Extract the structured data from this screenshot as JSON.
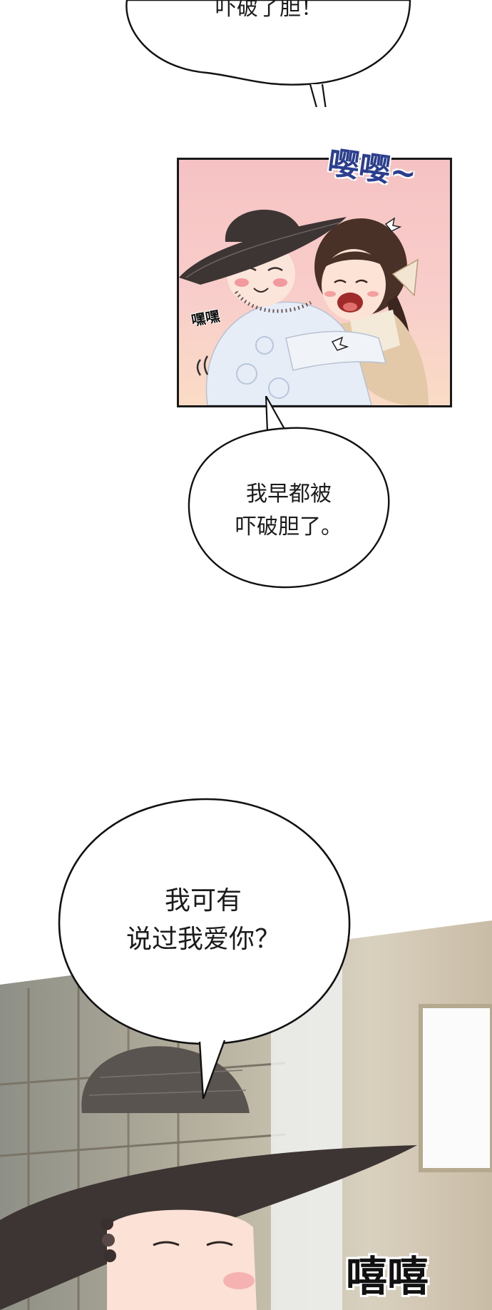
{
  "bubbles": {
    "top_partial": "吓破了胆！",
    "b1": {
      "line1": "我早都被",
      "line2": "吓破胆了。"
    },
    "b2": {
      "line1": "我可有",
      "line2": "说过我爱你？"
    }
  },
  "sfx": {
    "sob": "嘤嘤~",
    "heh": "嘿嘿",
    "giggle": "嘻嘻"
  },
  "colors": {
    "panel_pink": "#f7c9c8",
    "panel_border": "#1a1a1a",
    "sfx_blue": "#2c3f8e",
    "hat_dark": "#3c3533",
    "robe_blue": "#e3ebf5",
    "wall_wood": "#a9a28f",
    "bubble_stroke": "#111111"
  }
}
